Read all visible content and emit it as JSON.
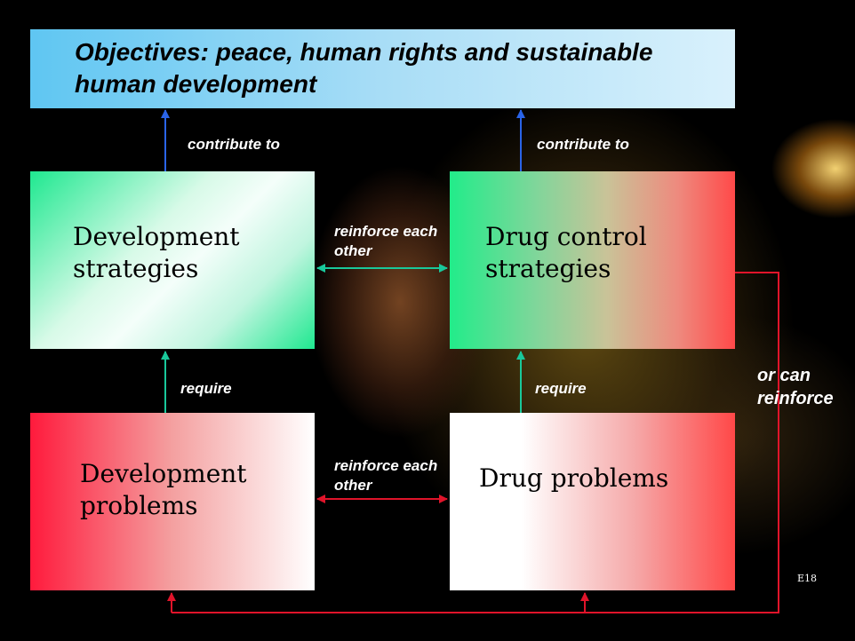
{
  "objectives": {
    "title": "Objectives: peace, human rights and sustainable human development"
  },
  "boxes": {
    "development_strategies": "Development strategies",
    "drug_control_strategies": "Drug control strategies",
    "development_problems": "Development problems",
    "drug_problems": "Drug problems"
  },
  "edges": {
    "contribute_to_left": "contribute to",
    "contribute_to_right": "contribute to",
    "reinforce_top": "reinforce each other",
    "reinforce_bottom": "reinforce each other",
    "require_left": "require",
    "require_right": "require",
    "or_can_reinforce": "or can reinforce"
  },
  "slide_number": "E18",
  "colors": {
    "blue_arrow": "#2a64e8",
    "green_arrow": "#19c89b",
    "red_arrow": "#e0142a"
  }
}
